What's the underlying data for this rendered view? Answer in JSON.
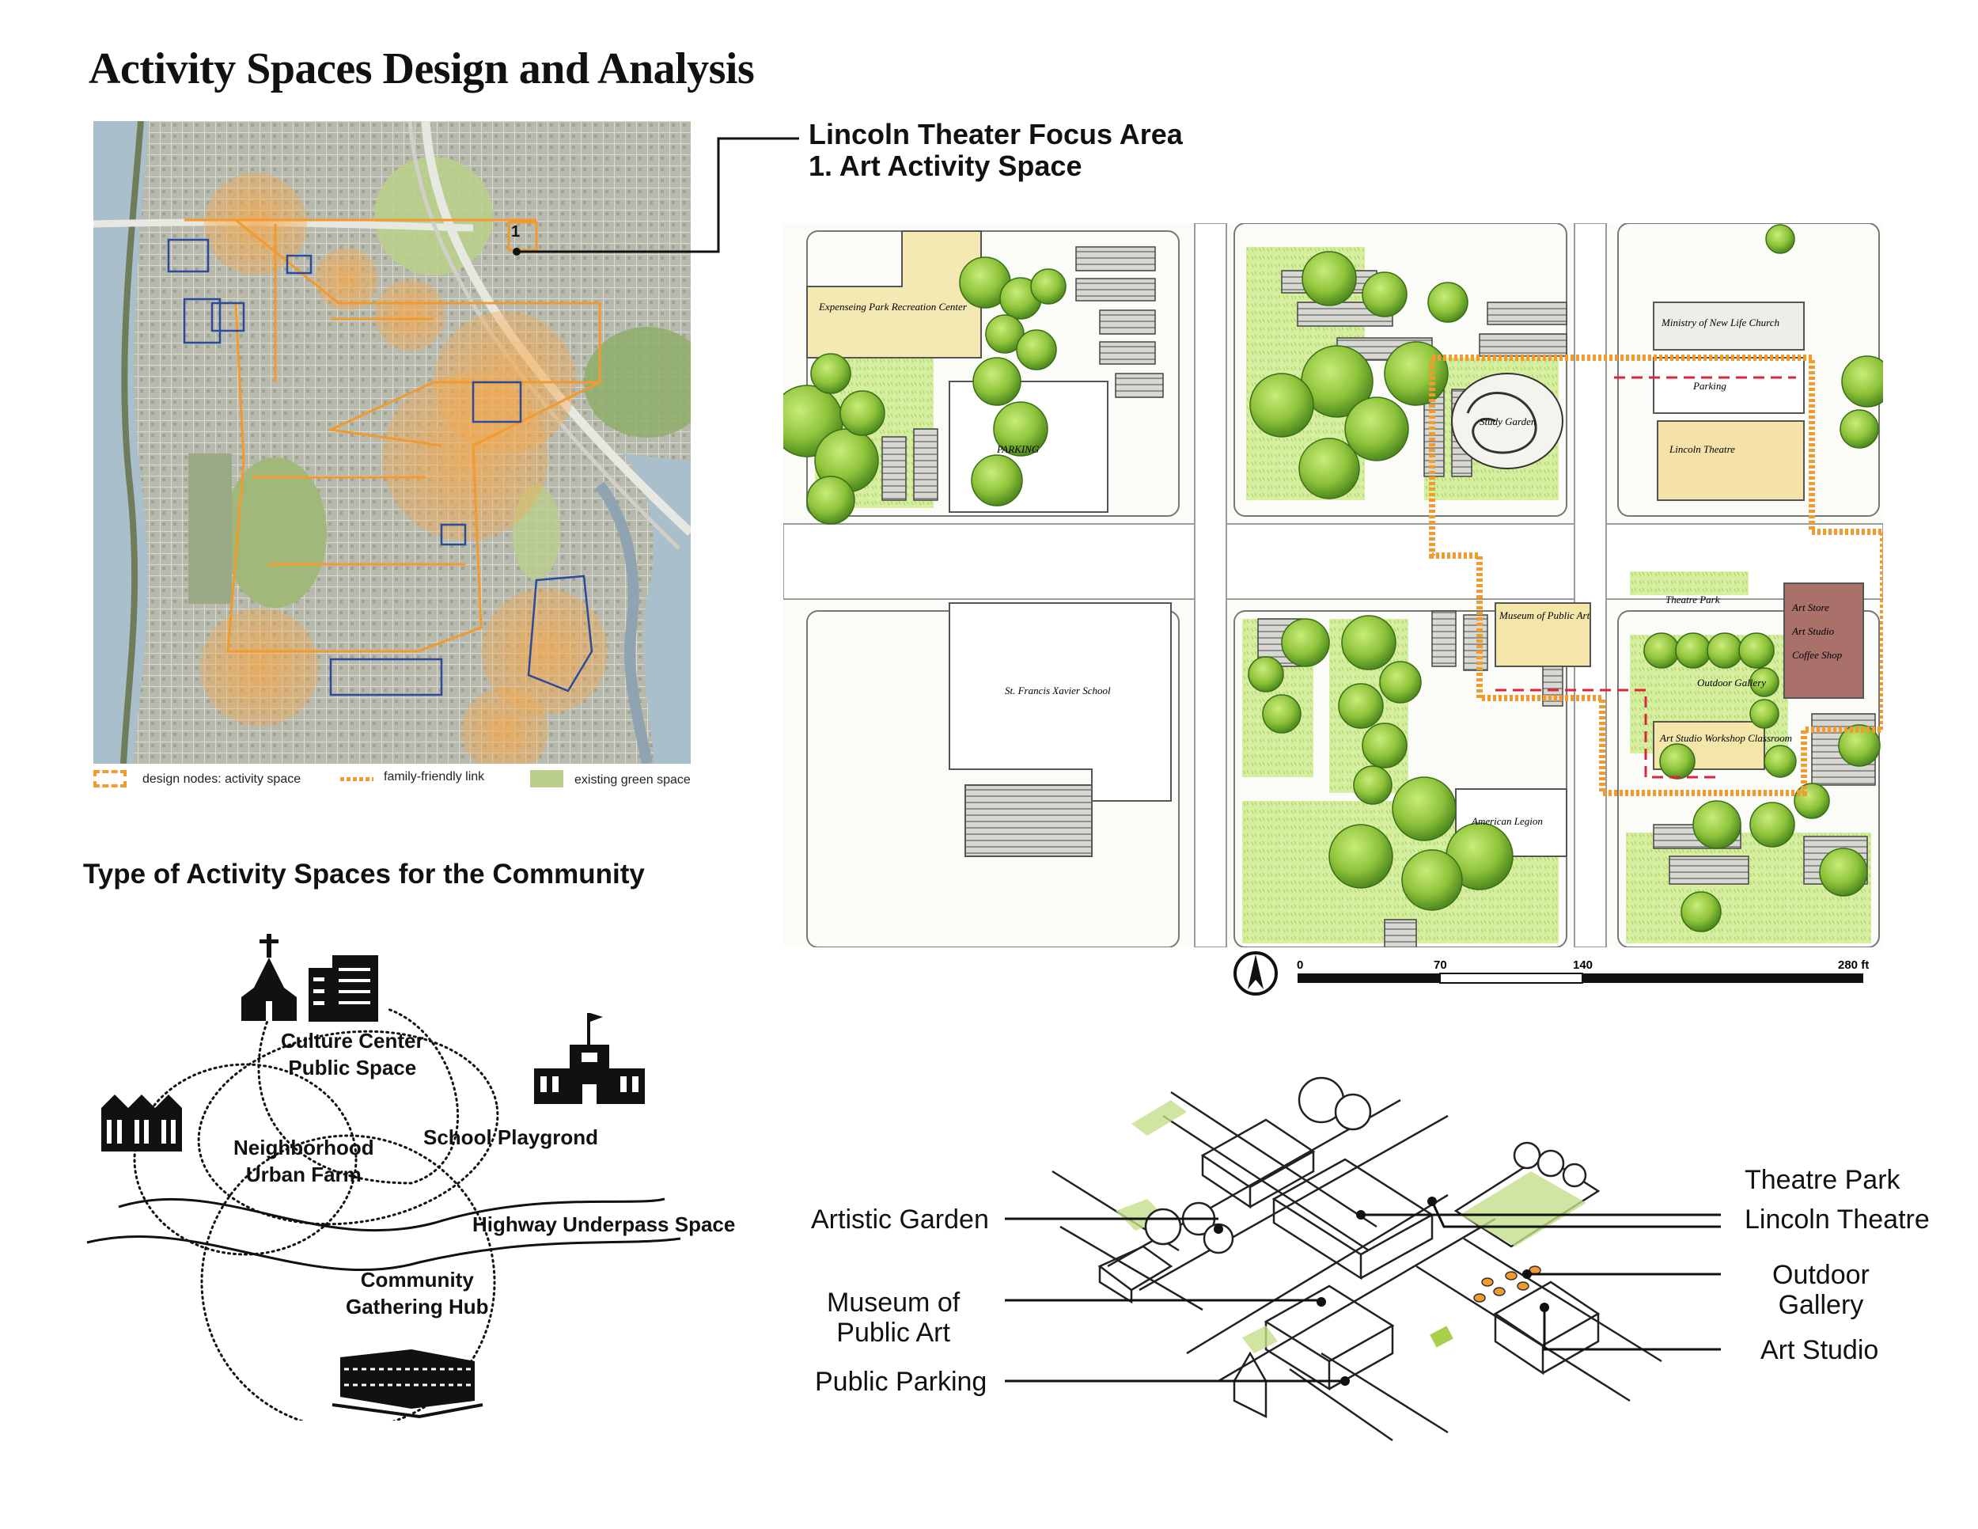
{
  "header": {
    "title": "Activity Spaces Design and Analysis"
  },
  "focus": {
    "line1": "Lincoln Theater Focus Area",
    "line2": "1. Art Activity Space",
    "node_number": "1"
  },
  "legend": {
    "items": [
      {
        "label": "design nodes: activity space",
        "color": "#f39a2e"
      },
      {
        "label": "family-friendly link",
        "color": "#f39a2e"
      },
      {
        "label": "existing green space",
        "color": "#b9cf8b"
      }
    ]
  },
  "site_plan": {
    "labels": {
      "rec_center": "Expenseing Park Recreation Center",
      "parking_left": "PARKING",
      "church": "Ministry of New Life Church",
      "parking_right": "Parking",
      "lincoln_theatre": "Lincoln Theatre",
      "study_garden": "Study Garden",
      "museum": "Museum of Public Art",
      "theatre_park": "Theatre Park",
      "art_store": "Art Store",
      "art_studio": "Art Studio",
      "coffee_shop": "Coffee Shop",
      "outdoor_gallery": "Outdoor Gallery",
      "workshop": "Art Studio Workshop Classroom",
      "school": "St. Francis Xavier School",
      "american_legion": "American Legion"
    }
  },
  "scale_bar": {
    "ticks": [
      "0",
      "70",
      "140",
      "280 ft"
    ]
  },
  "community": {
    "section_title": "Type of Activity Spaces for the Community",
    "labels": {
      "culture": "Culture Center\nPublic Space",
      "farm": "Neighborhood\nUrban Farm",
      "school": "School Playgrond",
      "highway": "Highway Underpass Space",
      "hub": "Community\nGathering Hub"
    }
  },
  "axonometric": {
    "left_labels": [
      "Artistic Garden",
      "Museum of\nPublic Art",
      "Public Parking"
    ],
    "right_labels": [
      "Theatre Park",
      "Lincoln Theatre",
      "Outdoor\nGallery",
      "Art Studio"
    ]
  },
  "colors": {
    "orange": "#f39a2e",
    "green": "#8fc43b",
    "dark_green": "#4e8a1e",
    "map_water": "#a9bfcc",
    "blue_outline": "#2b4a9a"
  }
}
